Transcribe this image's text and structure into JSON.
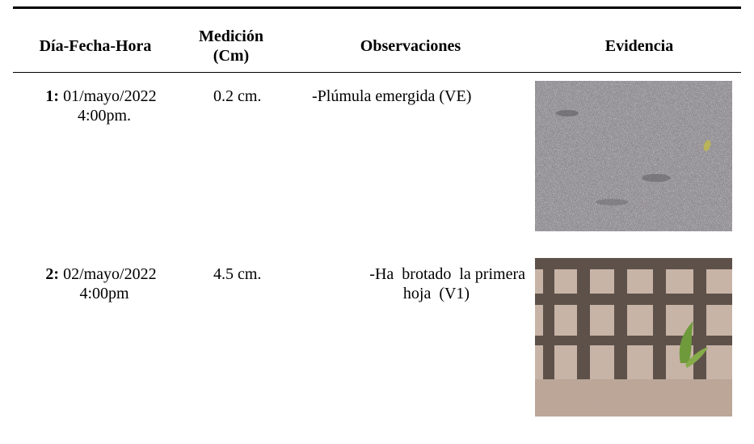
{
  "table": {
    "headers": {
      "col1": "Día-Fecha-Hora",
      "col2_line1": "Medición",
      "col2_line2": "(Cm)",
      "col3": "Observaciones",
      "col4": "Evidencia"
    },
    "rows": [
      {
        "number": "1:",
        "date": "01/mayo/2022",
        "time": "4:00pm.",
        "measure": "0.2 cm.",
        "obs_line1": "-Plúmula emergida (VE)",
        "obs_line2": "",
        "evidence": "photo of soil with emerging plumule"
      },
      {
        "number": "2:",
        "date": "02/mayo/2022",
        "time": "4:00pm",
        "measure": "4.5 cm.",
        "obs_line1": "-Ha  brotado  la primera",
        "obs_line2": "hoja  (V1)",
        "evidence": "photo of seedling first leaf behind fence shadow"
      }
    ]
  }
}
